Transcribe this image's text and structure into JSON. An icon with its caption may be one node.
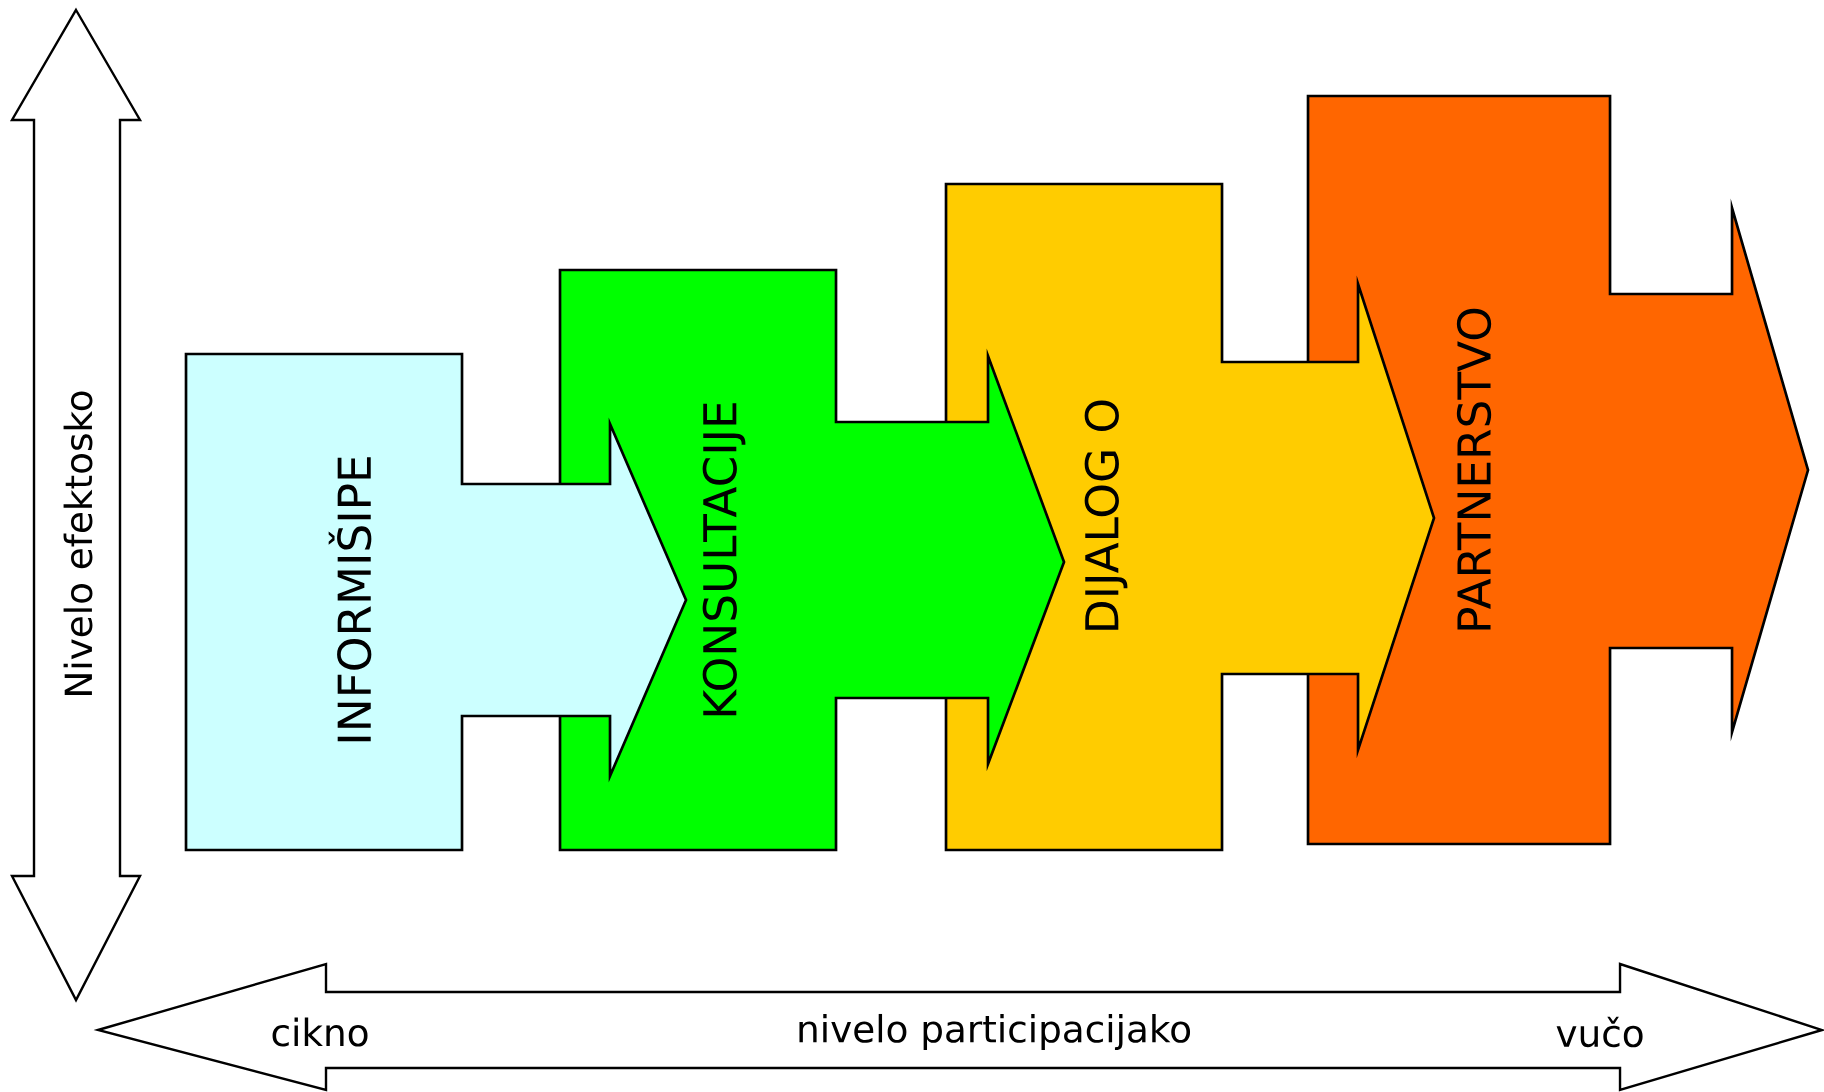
{
  "diagram": {
    "nodes": [
      {
        "text": [
          "Nivelo efektosko"
        ]
      },
      {
        "text": [
          "INFORMIŠIPE"
        ]
      },
      {
        "text": [
          "KONSULTACIJE"
        ]
      },
      {
        "text": [
          "DIJALOG O"
        ]
      },
      {
        "text": [
          "PARTNERSTVO"
        ]
      },
      {
        "text": [
          "cikno",
          "nivelo participacijako",
          "vučo"
        ]
      }
    ]
  }
}
